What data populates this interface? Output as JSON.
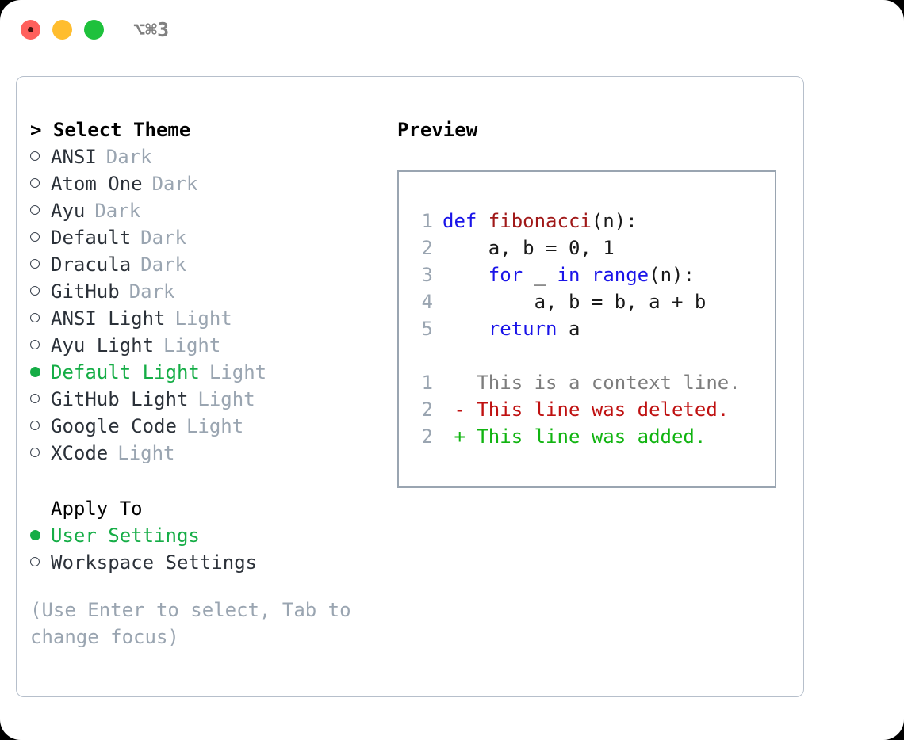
{
  "titlebar": {
    "shortcut": "⌥⌘3",
    "buttons": [
      {
        "name": "close",
        "color": "#ff605c"
      },
      {
        "name": "minimize",
        "color": "#ffbd2e"
      },
      {
        "name": "maximize",
        "color": "#1ec13c"
      }
    ]
  },
  "theme_section": {
    "heading": "> Select Theme",
    "items": [
      {
        "label": "ANSI",
        "tag": "Dark",
        "selected": false
      },
      {
        "label": "Atom One",
        "tag": "Dark",
        "selected": false
      },
      {
        "label": "Ayu",
        "tag": "Dark",
        "selected": false
      },
      {
        "label": "Default",
        "tag": "Dark",
        "selected": false
      },
      {
        "label": "Dracula",
        "tag": "Dark",
        "selected": false
      },
      {
        "label": "GitHub",
        "tag": "Dark",
        "selected": false
      },
      {
        "label": "ANSI Light",
        "tag": "Light",
        "selected": false
      },
      {
        "label": "Ayu Light",
        "tag": "Light",
        "selected": false
      },
      {
        "label": "Default Light",
        "tag": "Light",
        "selected": true
      },
      {
        "label": "GitHub Light",
        "tag": "Light",
        "selected": false
      },
      {
        "label": "Google Code",
        "tag": "Light",
        "selected": false
      },
      {
        "label": "XCode",
        "tag": "Light",
        "selected": false
      }
    ]
  },
  "apply_section": {
    "heading": "Apply To",
    "items": [
      {
        "label": "User Settings",
        "selected": true
      },
      {
        "label": "Workspace Settings",
        "selected": false
      }
    ]
  },
  "hint": "(Use Enter to select, Tab to change focus)",
  "preview": {
    "title": "Preview",
    "code_lines": [
      {
        "number": "1",
        "tokens": [
          {
            "text": "def ",
            "kind": "kw"
          },
          {
            "text": "fibonacci",
            "kind": "fn"
          },
          {
            "text": "(n):",
            "kind": "pl"
          }
        ]
      },
      {
        "number": "2",
        "tokens": [
          {
            "text": "    a, b = 0, 1",
            "kind": "pl"
          }
        ]
      },
      {
        "number": "3",
        "tokens": [
          {
            "text": "    ",
            "kind": "pl"
          },
          {
            "text": "for",
            "kind": "kw"
          },
          {
            "text": " _ ",
            "kind": "pl"
          },
          {
            "text": "in",
            "kind": "kw"
          },
          {
            "text": " ",
            "kind": "pl"
          },
          {
            "text": "range",
            "kind": "kw"
          },
          {
            "text": "(n):",
            "kind": "pl"
          }
        ]
      },
      {
        "number": "4",
        "tokens": [
          {
            "text": "        a, b = b, a + b",
            "kind": "pl"
          }
        ]
      },
      {
        "number": "5",
        "tokens": [
          {
            "text": "    ",
            "kind": "pl"
          },
          {
            "text": "return",
            "kind": "kw"
          },
          {
            "text": " a",
            "kind": "pl"
          }
        ]
      }
    ],
    "diff_lines": [
      {
        "number": "1",
        "marker": "  ",
        "text": "This is a context line.",
        "kind": "ctx"
      },
      {
        "number": "2",
        "marker": "- ",
        "text": "This line was deleted.",
        "kind": "del"
      },
      {
        "number": "2",
        "marker": "+ ",
        "text": "This line was added.",
        "kind": "add"
      }
    ]
  },
  "colors": {
    "selected_green": "#15ad46",
    "muted": "#9aa5b1",
    "keyword_blue": "#1a14e8",
    "function_red": "#a01818",
    "diff_deleted": "#bf1111",
    "diff_added": "#11b411",
    "panel_border": "#b6bfcb"
  }
}
